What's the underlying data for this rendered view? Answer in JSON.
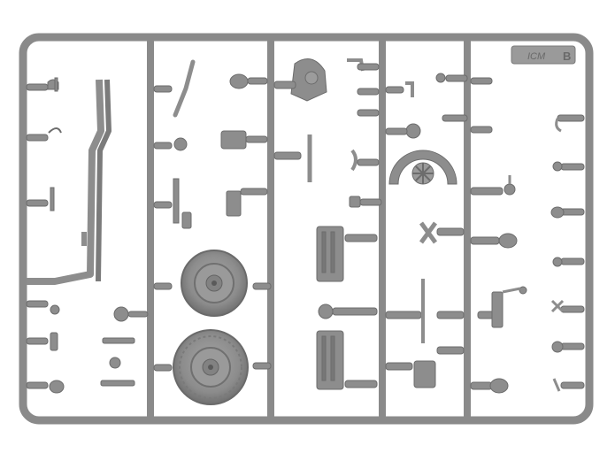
{
  "photo": {
    "subject": "plastic-model-sprue",
    "background_color": "#ffffff",
    "plastic_color": "#8e8e8e",
    "plastic_dark": "#6f6f6f",
    "plastic_light": "#b4b4b4",
    "sprue_letter": "B",
    "logo_text": "ICM"
  }
}
